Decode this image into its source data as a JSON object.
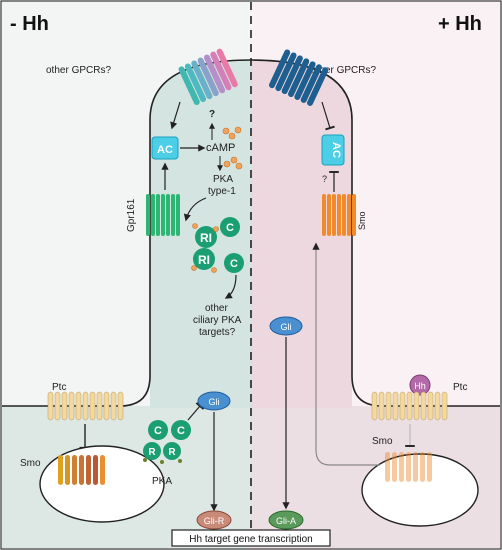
{
  "panels": {
    "left_title": "- Hh",
    "right_title": "+ Hh"
  },
  "left": {
    "other_gpcrs": "other GPCRs?",
    "ac": "AC",
    "question": "?",
    "camp": "cAMP",
    "pka_type1_line1": "PKA",
    "pka_type1_line2": "type-1",
    "gpr161": "Gpr161",
    "ri": "RI",
    "c": "C",
    "other_targets_line1": "other",
    "other_targets_line2": "ciliary PKA",
    "other_targets_line3": "targets?",
    "ptc": "Ptc",
    "smo": "Smo",
    "pka": "PKA",
    "r": "R",
    "gli": "Gli",
    "gli_r": "Gli-R"
  },
  "right": {
    "other_gpcrs": "other GPCRs?",
    "ac": "AC",
    "question": "?",
    "smo_cilium": "Smo",
    "gli": "Gli",
    "hh": "Hh",
    "ptc": "Ptc",
    "smo": "Smo",
    "gli_a": "Gli-A"
  },
  "bottom_label": "Hh target gene transcription",
  "colors": {
    "left_cytoplasm": "#dde8e5",
    "left_cilium": "#d4e4e0",
    "right_cytoplasm": "#ecdfe4",
    "right_cilium": "#eed8e0",
    "outside_left": "#f2f5f4",
    "outside_right": "#faf1f4",
    "pka_green": "#1a9e72",
    "ac_cyan": "#4ccfe6",
    "gli_blue": "#4a8fd0",
    "smo_orange": "#f08a2a",
    "gpr161_green": "#2bb673",
    "ptc_tan": "#f3d9a0",
    "camp_dot": "#f0a35c"
  }
}
